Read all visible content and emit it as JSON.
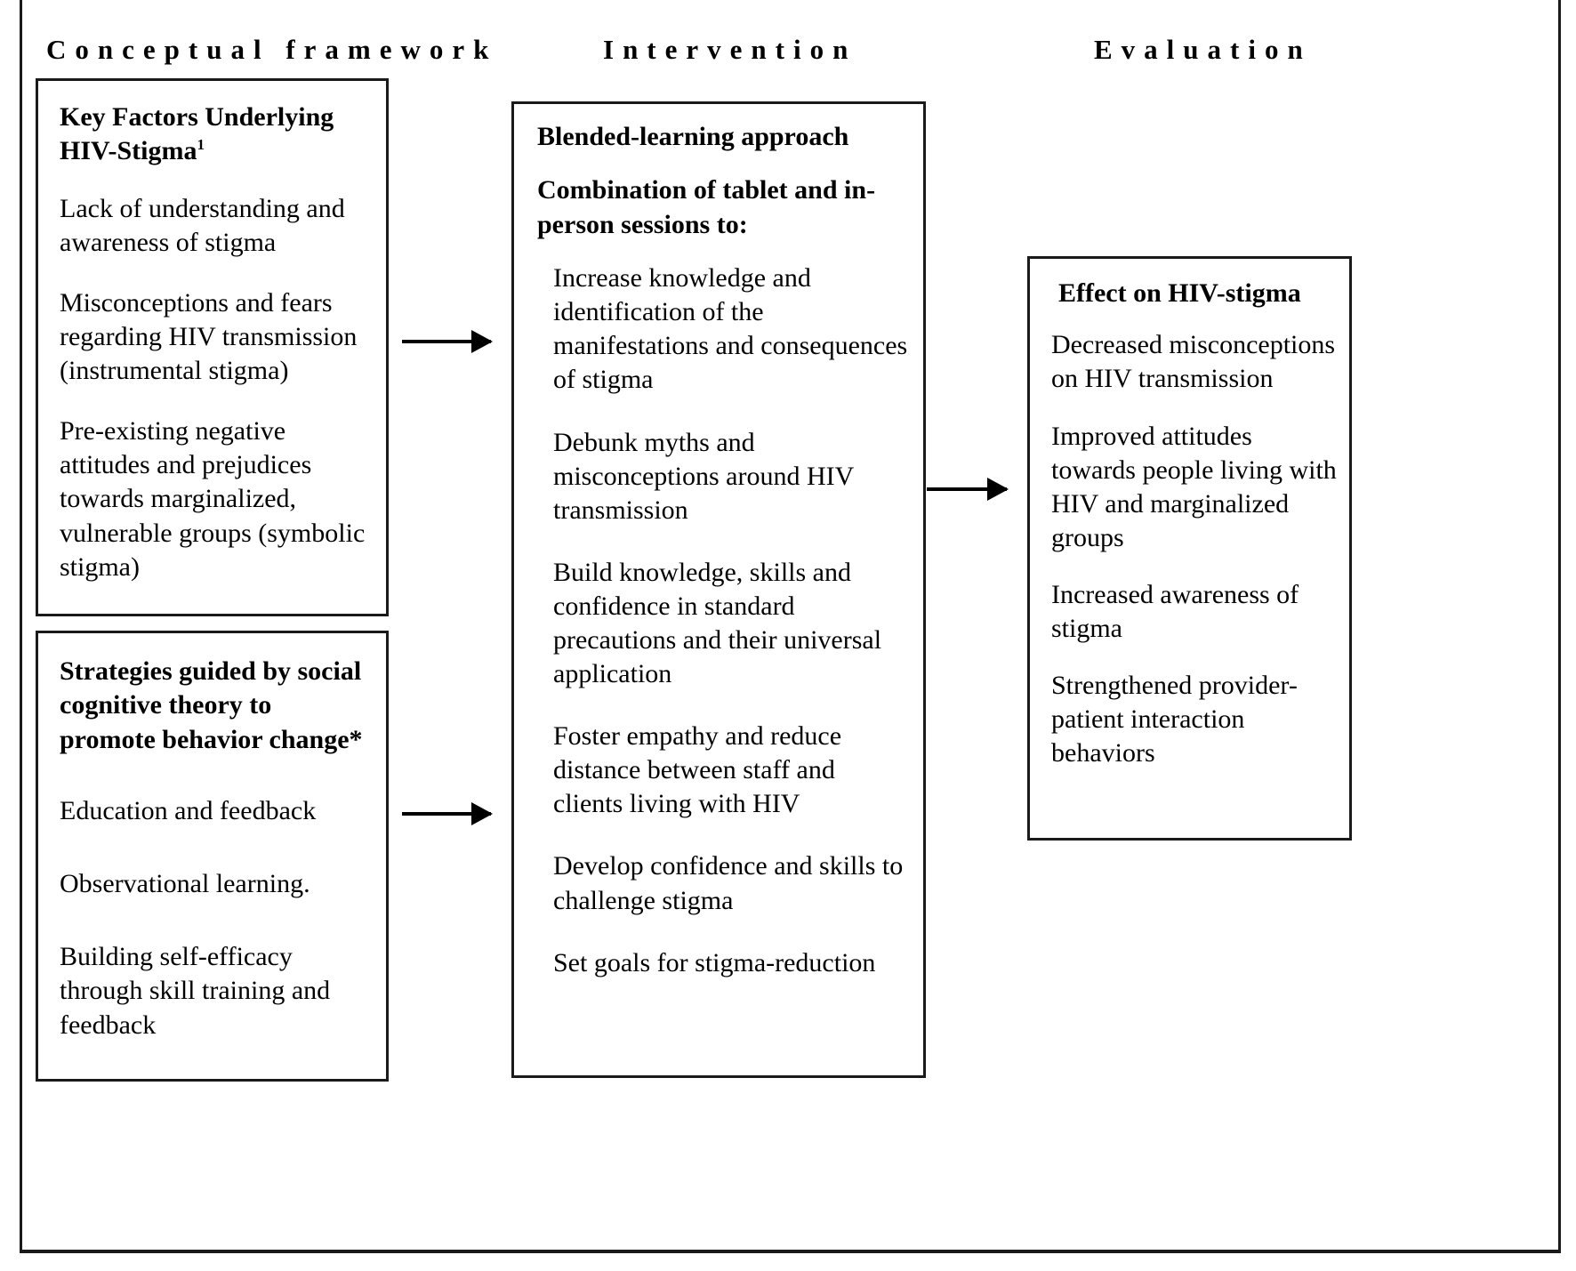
{
  "columns": {
    "conceptual": "Conceptual framework",
    "intervention": "Intervention",
    "evaluation": "Evaluation"
  },
  "box_key_factors": {
    "heading": "Key Factors Underlying HIV-Stigma",
    "heading_superscript": "1",
    "items": [
      "Lack of understanding and awareness of stigma",
      "Misconceptions and fears regarding HIV transmission (instrumental stigma)",
      "Pre-existing negative attitudes and prejudices towards marginalized, vulnerable groups (symbolic stigma)"
    ]
  },
  "box_strategies": {
    "heading": "Strategies guided by social cognitive theory to promote behavior change*",
    "items": [
      "Education and feedback",
      "Observational learning.",
      "Building self-efficacy through skill training and feedback"
    ]
  },
  "box_intervention": {
    "heading_1": "Blended-learning approach",
    "heading_2": "Combination of tablet and in-person sessions to:",
    "items": [
      "Increase knowledge and identification of the manifestations and consequences of stigma",
      "Debunk myths and misconceptions around HIV transmission",
      "Build knowledge, skills and confidence in standard precautions and their universal application",
      "Foster empathy and reduce distance between staff and clients living with HIV",
      "Develop confidence and skills to challenge stigma",
      "Set goals for stigma-reduction"
    ]
  },
  "box_evaluation": {
    "heading": "Effect on HIV-stigma",
    "items": [
      "Decreased misconceptions on HIV transmission",
      "Improved attitudes towards people living with HIV and marginalized groups",
      "Increased awareness of stigma",
      "Strengthened provider-patient interaction behaviors"
    ]
  },
  "arrows": {
    "key_factors_to_intervention": "arrow-right",
    "strategies_to_intervention": "arrow-right",
    "intervention_to_evaluation": "arrow-right"
  },
  "colors": {
    "ink": "#000000",
    "border": "#1a1a1a",
    "background": "#ffffff"
  }
}
